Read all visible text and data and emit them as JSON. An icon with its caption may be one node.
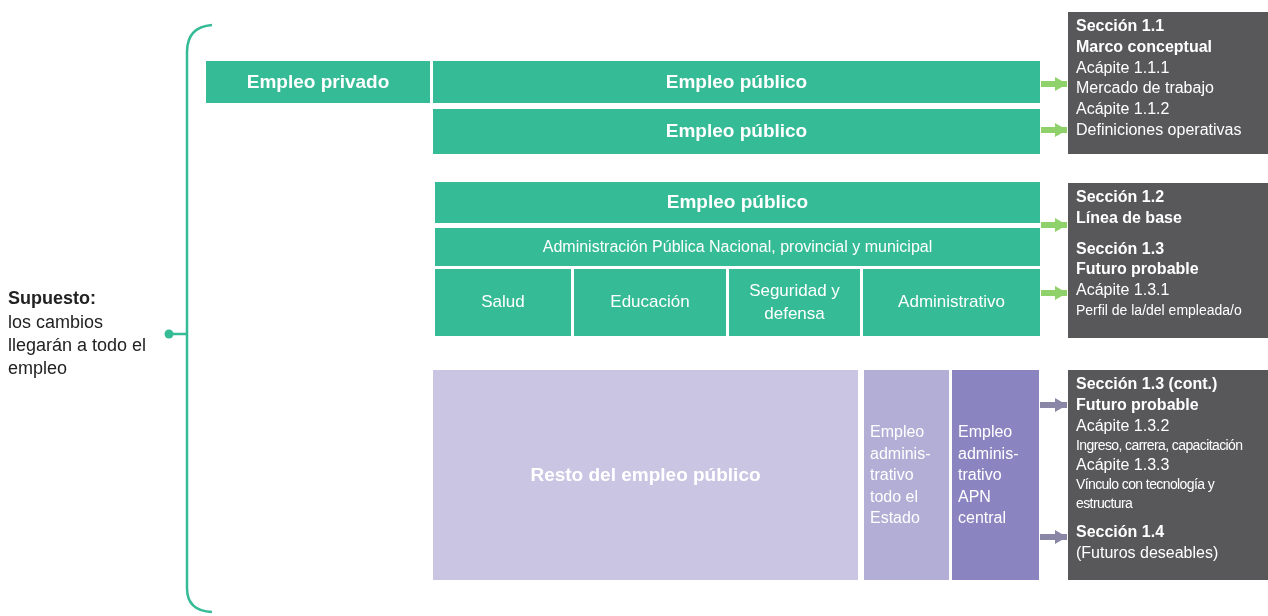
{
  "diagram": {
    "nodes": [
      {
        "text": [
          "Supuesto:",
          "los cambios llegarán a todo el empleo"
        ]
      },
      {
        "text": [
          "Empleo privado"
        ]
      },
      {
        "text": [
          "Empleo público"
        ]
      },
      {
        "text": [
          "Empleo público"
        ]
      },
      {
        "text": [
          "Empleo público"
        ]
      },
      {
        "text": [
          "Administración Pública Nacional, provincial y municipal"
        ]
      },
      {
        "text": [
          "Salud"
        ]
      },
      {
        "text": [
          "Educación"
        ]
      },
      {
        "text": [
          "Seguridad y defensa"
        ]
      },
      {
        "text": [
          "Administrativo"
        ]
      },
      {
        "text": [
          "Resto del empleo público"
        ]
      },
      {
        "text": [
          "Empleo adminis- trativo todo el Estado"
        ]
      },
      {
        "text": [
          "Empleo adminis- trativo APN central"
        ]
      },
      {
        "text": [
          "Sección 1.1",
          "Marco conceptual",
          "Acápite 1.1.1",
          "Mercado de trabajo",
          "Acápite 1.1.2",
          "Definiciones operativas"
        ]
      },
      {
        "text": [
          "Sección 1.2",
          "Línea de base",
          "Sección 1.3",
          "Futuro probable",
          "Acápite 1.3.1",
          "Perfil de la/del empleada/o"
        ]
      },
      {
        "text": [
          "Sección 1.3 (cont.)",
          "Futuro probable",
          "Acápite 1.3.2",
          "Ingreso, carrera, capacitación",
          "Acápite 1.3.3",
          "Vínculo con tecnología y estructura",
          "Sección 1.4",
          "(Futuros deseables)"
        ]
      }
    ],
    "edges": [
      {
        "from": 2,
        "to": 13,
        "arrow": "to"
      },
      {
        "from": 3,
        "to": 13,
        "arrow": "to"
      },
      {
        "from": 4,
        "to": 14,
        "arrow": "to"
      },
      {
        "from": 9,
        "to": 14,
        "arrow": "to"
      },
      {
        "from": 12,
        "to": 15,
        "arrow": "to",
        "color": "#8a86a6"
      },
      {
        "from": 12,
        "to": 15,
        "arrow": "to",
        "color": "#8a86a6"
      }
    ]
  }
}
